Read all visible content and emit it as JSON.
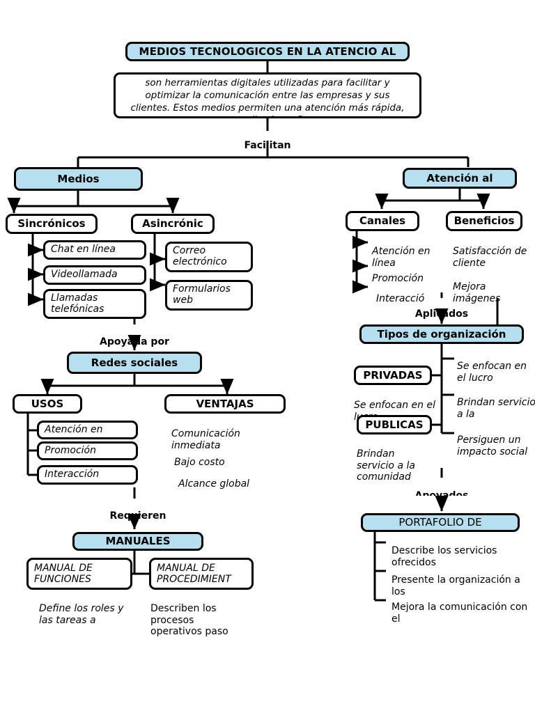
{
  "meta": {
    "title": "MEDIOS TECNOLOGICOS EN LA ATENCIO AL",
    "accent_blue": "#b6e0f0",
    "stroke": "#000000",
    "background": "#ffffff"
  },
  "root": {
    "title": "MEDIOS TECNOLOGICOS EN LA ATENCIO AL",
    "description": "son herramientas digitales utilizadas para facilitar y optimizar la comunicación entre las empresas y sus clientes. Estos medios permiten una atención más rápida, personalizada y eficaz."
  },
  "links": {
    "facilitan": "Facilitan",
    "apoyada_por": "Apoyada por",
    "requieren": "Requieren",
    "aplicados": "Aplicados",
    "apoyados_por": "Apoyados por"
  },
  "branch_medios": {
    "header": "Medios",
    "sincronicos": {
      "header": "Sincrónicos",
      "items": [
        "Chat en línea",
        "Videollamada",
        "Llamadas telefónicas"
      ]
    },
    "asincronicos": {
      "header": "Asincrónic",
      "items": [
        "Correo electrónico",
        "Formularios web"
      ]
    }
  },
  "branch_atencion": {
    "header": "Atención al",
    "canales": {
      "header": "Canales",
      "items": [
        "Atención en línea",
        "Promoción",
        "Interacció"
      ]
    },
    "beneficios": {
      "header": "Beneficios",
      "items": [
        "Satisfacción de cliente",
        "Mejora imágenes"
      ]
    }
  },
  "redes_sociales": {
    "header": "Redes sociales",
    "usos": {
      "header": "USOS",
      "items": [
        "Atención en",
        "Promoción",
        "Interacción"
      ]
    },
    "ventajas": {
      "header": "VENTAJAS",
      "items": [
        "Comunicación inmediata",
        "Bajo costo",
        "Alcance global"
      ]
    }
  },
  "manuales": {
    "header": "MANUALES",
    "funciones": {
      "header": "MANUAL DE FUNCIONES",
      "note": "Define los roles y las tareas a"
    },
    "procedimientos": {
      "header": "MANUAL DE PROCEDIMIENT",
      "note": "Describen los procesos operativos paso"
    }
  },
  "tipos_organizacion": {
    "header": "Tipos de organización",
    "right_items": [
      "Se enfocan en el lucro",
      "Brindan servicio a la",
      "Persiguen un impacto social"
    ],
    "privadas": {
      "header": "PRIVADAS",
      "note": "Se enfocan en el lucro"
    },
    "publicas": {
      "header": "PUBLICAS",
      "note": "Brindan servicio a la comunidad"
    }
  },
  "portafolio": {
    "header": "PORTAFOLIO DE",
    "items": [
      "Describe los servicios ofrecidos",
      "Presente la organización a los",
      "Mejora la comunicación con el"
    ]
  }
}
